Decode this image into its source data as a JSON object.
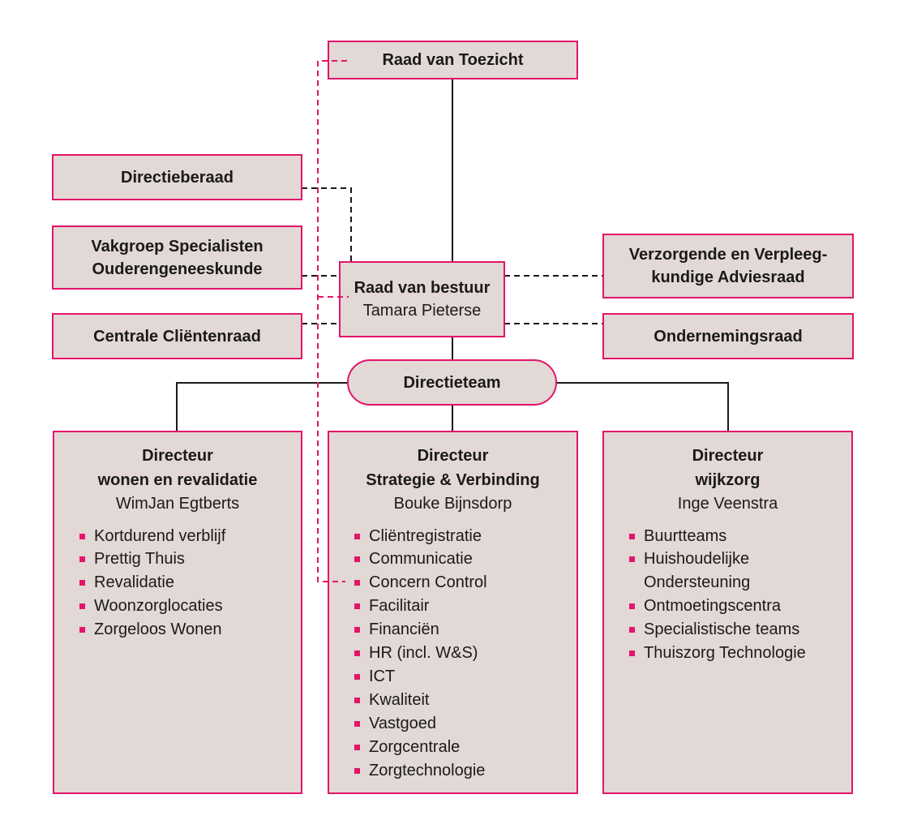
{
  "colors": {
    "accent": "#E4146A",
    "box_fill": "#E2D8D5",
    "line": "#1A1A1A"
  },
  "supervisory_board": {
    "title": "Raad van Toezicht"
  },
  "advisory_left": [
    {
      "lines": [
        "Directieberaad"
      ]
    },
    {
      "lines": [
        "Vakgroep Specialisten",
        "Ouderengeneeskunde"
      ]
    },
    {
      "lines": [
        "Centrale Cliëntenraad"
      ]
    }
  ],
  "advisory_right": [
    {
      "lines": [
        "Verzorgende en Verpleeg-",
        "kundige Adviesraad"
      ]
    },
    {
      "lines": [
        "Ondernemingsraad"
      ]
    }
  ],
  "executive_board": {
    "title": "Raad van bestuur",
    "name": "Tamara Pieterse"
  },
  "management_team": {
    "label": "Directieteam"
  },
  "directors": [
    {
      "role": "Directeur",
      "area": "wonen en revalidatie",
      "name": "WimJan Egtberts",
      "units": [
        "Kortdurend verblijf",
        "Prettig Thuis",
        "Revalidatie",
        "Woonzorglocaties",
        "Zorgeloos Wonen"
      ]
    },
    {
      "role": "Directeur",
      "area": "Strategie & Verbinding",
      "name": "Bouke Bijnsdorp",
      "units": [
        "Cliëntregistratie",
        "Communicatie",
        "Concern Control",
        "Facilitair",
        "Financiën",
        "HR (incl. W&S)",
        "ICT",
        "Kwaliteit",
        "Vastgoed",
        "Zorgcentrale",
        "Zorgtechnologie"
      ]
    },
    {
      "role": "Directeur",
      "area": "wijkzorg",
      "name": "Inge Veenstra",
      "units": [
        "Buurtteams",
        "Huishoudelijke Ondersteuning",
        "Ontmoetingscentra",
        "Specialistische teams",
        "Thuiszorg Technologie"
      ]
    }
  ]
}
